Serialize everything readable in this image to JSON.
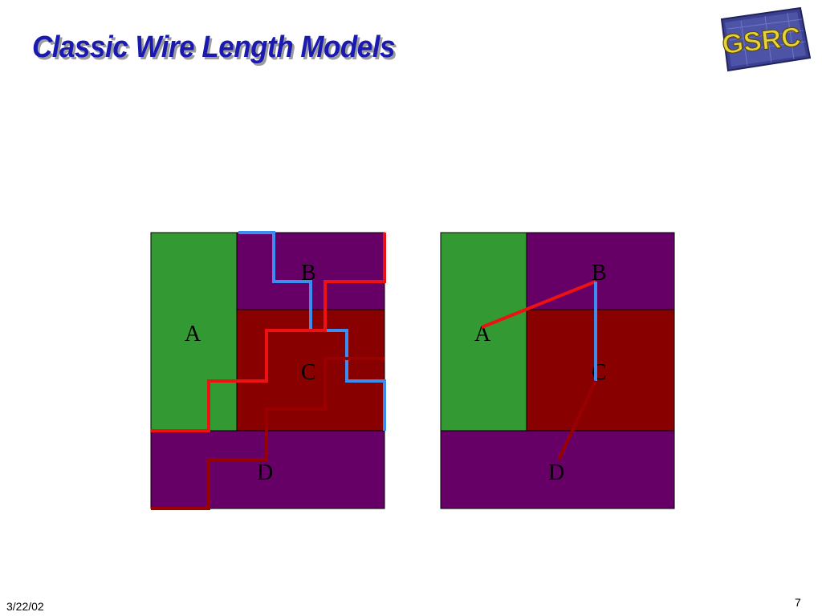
{
  "slide": {
    "title": "Classic Wire Length Models",
    "date": "3/22/02",
    "page_number": "7"
  },
  "logo": {
    "text": "GSRC",
    "icon": "gsrc-logo-icon"
  },
  "colors": {
    "title": "#1a1ab0",
    "block_a": "#339933",
    "block_b": "#660066",
    "block_c": "#880000",
    "block_d": "#660066",
    "wire_red": "#ee1111",
    "wire_dark_red": "#990000",
    "wire_blue": "#3d8df0"
  },
  "left_diagram": {
    "labels": {
      "a": "A",
      "b": "B",
      "c": "C",
      "d": "D"
    }
  },
  "right_diagram": {
    "labels": {
      "a": "A",
      "b": "B",
      "c": "C",
      "d": "D"
    }
  }
}
